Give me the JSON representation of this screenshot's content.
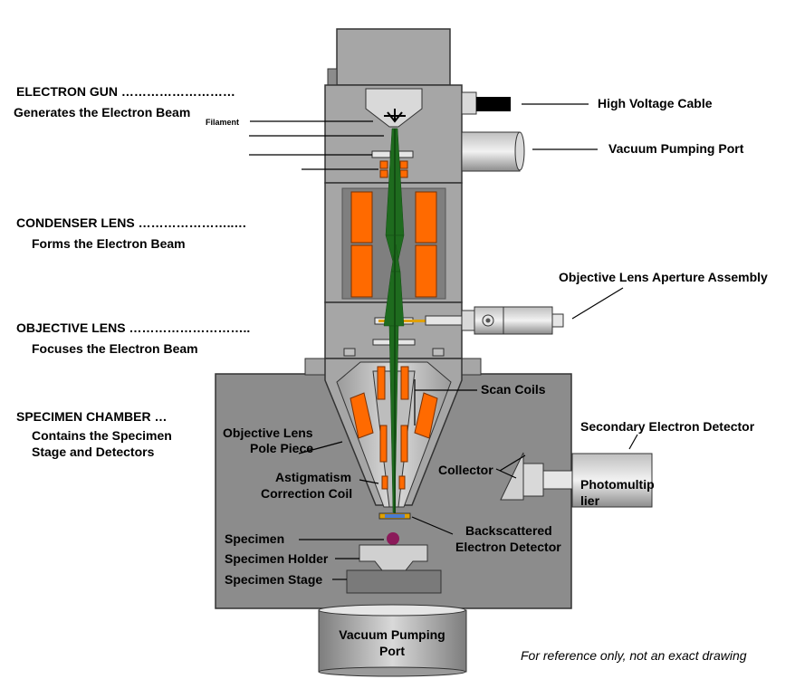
{
  "sections": {
    "electron_gun": {
      "title": "ELECTRON GUN ………………………",
      "desc": "Generates the Electron Beam"
    },
    "condenser_lens": {
      "title": "CONDENSER LENS …………………..…",
      "desc": "Forms the Electron Beam"
    },
    "objective_lens": {
      "title": "OBJECTIVE LENS ………………………..",
      "desc": "Focuses the Electron Beam"
    },
    "specimen_chamber": {
      "title": "SPECIMEN CHAMBER …",
      "desc_line1": "Contains the Specimen",
      "desc_line2": "Stage and Detectors"
    }
  },
  "labels": {
    "filament": "Filament",
    "high_voltage_cable": "High Voltage Cable",
    "vacuum_pumping_port_top": "Vacuum Pumping Port",
    "objective_aperture": "Objective Lens Aperture Assembly",
    "scan_coils": "Scan Coils",
    "secondary_detector": "Secondary Electron Detector",
    "pole_piece_1": "Objective Lens",
    "pole_piece_2": "Pole Piece",
    "collector": "Collector",
    "photomultiplier_1": "Photomultip",
    "photomultiplier_2": "lier",
    "astigmatism_1": "Astigmatism",
    "astigmatism_2": "Correction Coil",
    "bse_1": "Backscattered",
    "bse_2": "Electron Detector",
    "specimen": "Specimen",
    "specimen_holder": "Specimen Holder",
    "specimen_stage": "Specimen Stage",
    "vacuum_port_bottom_1": "Vacuum Pumping",
    "vacuum_port_bottom_2": "Port"
  },
  "footer_note": "For reference only, not an exact drawing",
  "colors": {
    "column": "#a6a6a6",
    "column_dark": "#7f7f7f",
    "chamber": "#8c8c8c",
    "coil": "#ff6a00",
    "beam": "#1e6b1e",
    "specimen": "#8b1a5a"
  }
}
